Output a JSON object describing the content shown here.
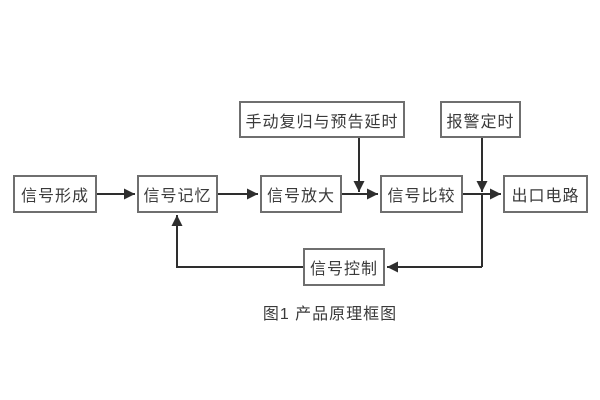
{
  "diagram": {
    "caption": "图1 产品原理框图",
    "boxes": [
      {
        "label": "信号形成"
      },
      {
        "label": "信号记忆"
      },
      {
        "label": "信号放大"
      },
      {
        "label": "信号比较"
      },
      {
        "label": "出口电路"
      },
      {
        "label": "手动复归与预告延时"
      },
      {
        "label": "报警定时"
      },
      {
        "label": "信号控制"
      }
    ],
    "connections": [
      "信号形成→信号记忆",
      "信号记忆→信号放大",
      "信号放大→信号比较",
      "信号比较→出口电路",
      "手动复归与预告延时→(信号放大→信号比较线)",
      "报警定时→(信号比较→出口电路线)→信号控制",
      "信号控制→信号记忆"
    ],
    "colors": {
      "background": "#ffffff",
      "box_border": "#6f6f6f",
      "line": "#2e2e2e",
      "text": "#3a3a3a"
    }
  }
}
